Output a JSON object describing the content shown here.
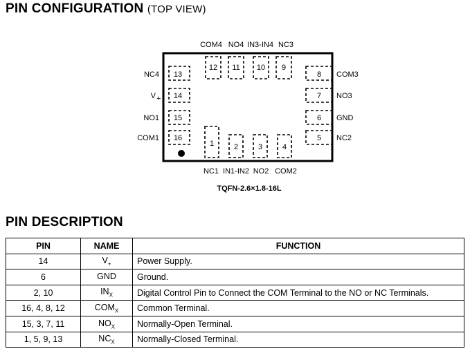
{
  "headings": {
    "pin_config": "PIN CONFIGURATION",
    "pin_config_sub": "(TOP VIEW)",
    "pin_description": "PIN DESCRIPTION"
  },
  "package": "TQFN-2.6×1.8-16L",
  "pins": {
    "top": [
      {
        "num": "12",
        "label": "COM4"
      },
      {
        "num": "11",
        "label": "NO4"
      },
      {
        "num": "10",
        "label": "IN3-IN4"
      },
      {
        "num": "9",
        "label": "NC3"
      }
    ],
    "bottom": [
      {
        "num": "1",
        "label": "NC1"
      },
      {
        "num": "2",
        "label": "IN1-IN2"
      },
      {
        "num": "3",
        "label": "NO2"
      },
      {
        "num": "4",
        "label": "COM2"
      }
    ],
    "left": [
      {
        "num": "13",
        "label": "NC4"
      },
      {
        "num": "14",
        "label": "V",
        "label_sub": "+"
      },
      {
        "num": "15",
        "label": "NO1"
      },
      {
        "num": "16",
        "label": "COM1"
      }
    ],
    "right": [
      {
        "num": "8",
        "label": "COM3"
      },
      {
        "num": "7",
        "label": "NO3"
      },
      {
        "num": "6",
        "label": "GND"
      },
      {
        "num": "5",
        "label": "NC2"
      }
    ]
  },
  "table": {
    "headers": [
      "PIN",
      "NAME",
      "FUNCTION"
    ],
    "rows": [
      {
        "pin": "14",
        "name": "V",
        "name_sub": "+",
        "function": "Power Supply."
      },
      {
        "pin": "6",
        "name": "GND",
        "name_sub": "",
        "function": "Ground."
      },
      {
        "pin": "2, 10",
        "name": "IN",
        "name_sub": "X",
        "function": "Digital Control Pin to Connect the COM Terminal to the NO or NC Terminals."
      },
      {
        "pin": "16, 4, 8, 12",
        "name": "COM",
        "name_sub": "X",
        "function": "Common Terminal."
      },
      {
        "pin": "15, 3, 7, 11",
        "name": "NO",
        "name_sub": "X",
        "function": "Normally-Open Terminal."
      },
      {
        "pin": "1, 5, 9, 13",
        "name": "NC",
        "name_sub": "X",
        "function": "Normally-Closed Terminal."
      }
    ]
  }
}
